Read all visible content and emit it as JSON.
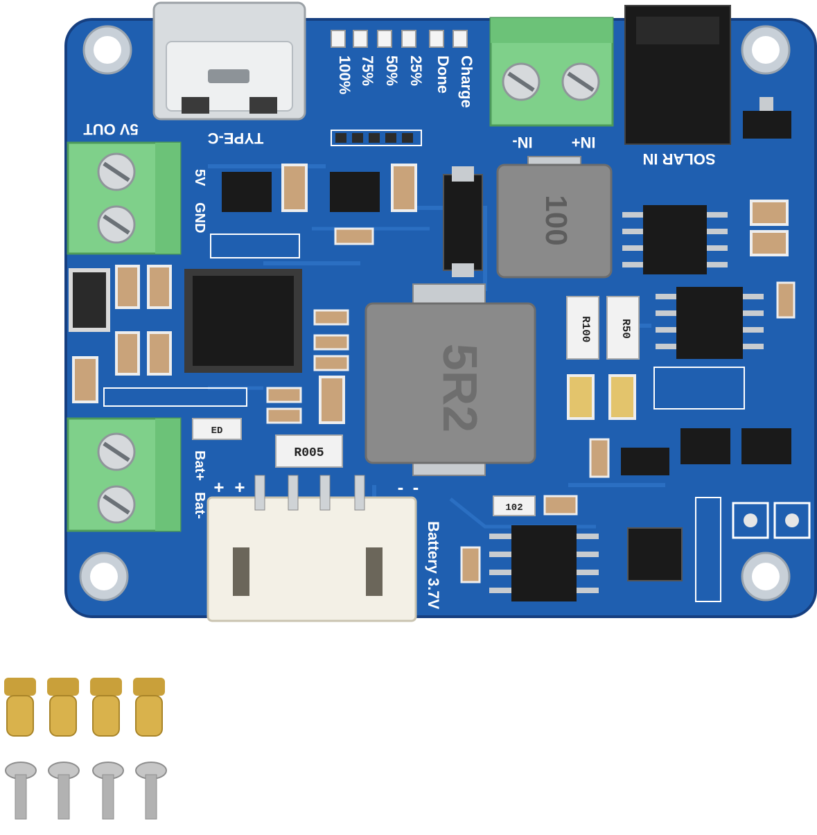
{
  "board": {
    "colors": {
      "pcb": "#1f5fb0",
      "pcb_edge": "#163f80",
      "terminal": "#7fd08a",
      "chip": "#1a1a1a",
      "inductor": "#8a8a8a",
      "connector": "#f3f0e6",
      "brass": "#c9a03a",
      "steel": "#b8b8b8"
    },
    "labels": {
      "usb": "TYPE-C",
      "out": "5V OUT",
      "out_5v": "5V",
      "out_gnd": "GND",
      "solar": "SOLAR IN",
      "in_plus": "IN+",
      "in_minus": "IN-",
      "battery": "Battery 3.7V",
      "bat_minus": "Bat-",
      "bat_plus": "Bat+",
      "plus": "+",
      "minus": "-"
    },
    "leds": [
      "100%",
      "75%",
      "50%",
      "25%",
      "Done",
      "Charge"
    ],
    "markings": {
      "inductor_large": "5R2",
      "inductor_small": "100",
      "res_1": "R100",
      "res_2": "R50",
      "res_3": "R005",
      "res_4": "ED",
      "res_5": "102"
    },
    "icons": {
      "screw": "screw-slot-icon",
      "mount_hole": "mount-hole-icon"
    }
  },
  "accessories": {
    "standoffs": 4,
    "screws": 4
  }
}
